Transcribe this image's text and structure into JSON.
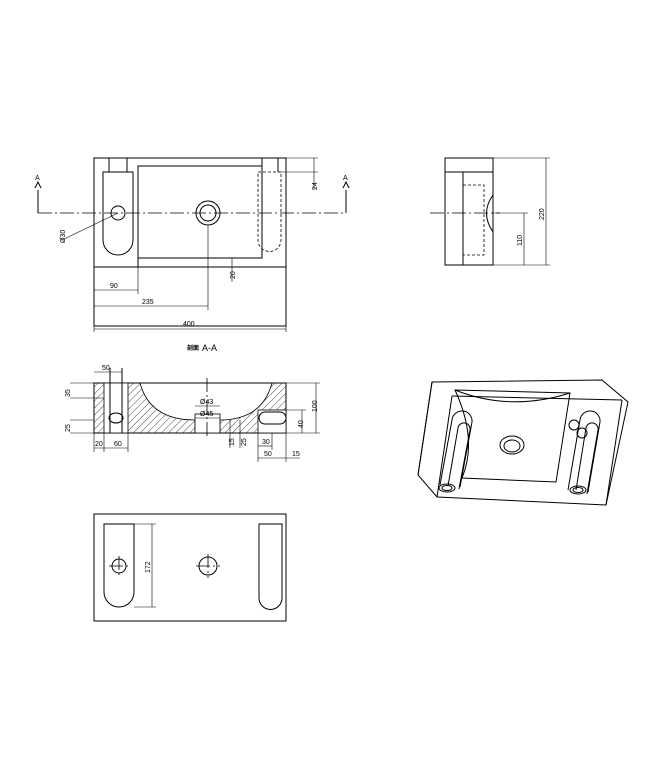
{
  "top_view": {
    "section_mark_left": "A",
    "section_mark_right": "A",
    "dim_drain_hole": "Ø30",
    "dim_24": "24",
    "dim_20": "20",
    "dim_90": "90",
    "dim_235": "235",
    "dim_400": "400"
  },
  "side_view": {
    "dim_220": "220",
    "dim_110": "110"
  },
  "section_view": {
    "title_prefix": "剖面",
    "title": "A-A",
    "dim_50": "50",
    "dim_35": "35",
    "dim_25_left": "25",
    "dim_20": "20",
    "dim_60": "60",
    "dim_phi43": "Ø43",
    "dim_phi45": "Ø45",
    "dim_15_left": "15",
    "dim_25_mid": "25",
    "dim_30": "30",
    "dim_40": "40",
    "dim_100": "100",
    "dim_50_right": "50",
    "dim_15_right": "15"
  },
  "bottom_view": {
    "dim_172": "172"
  },
  "iso_view": {}
}
